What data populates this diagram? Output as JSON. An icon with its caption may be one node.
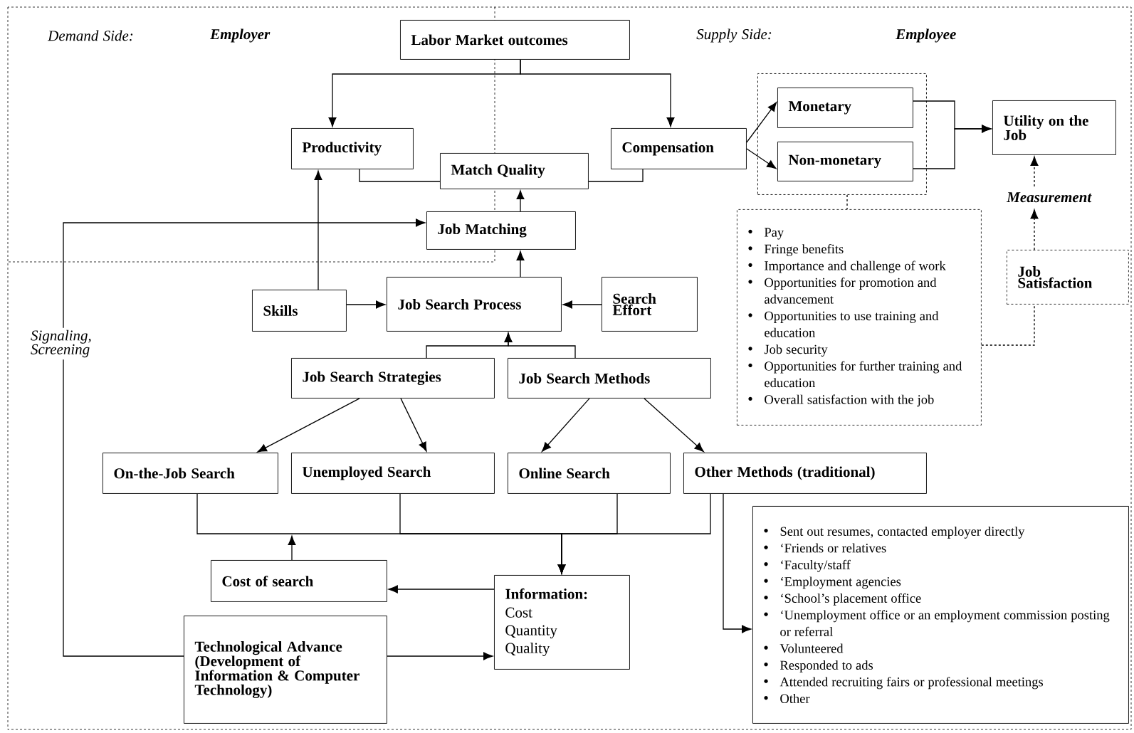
{
  "diagram": {
    "nodes": [
      {
        "text": [
          "Labor Market outcomes"
        ]
      },
      {
        "text": [
          "Productivity"
        ]
      },
      {
        "text": [
          "Compensation"
        ]
      },
      {
        "text": [
          "Match Quality"
        ]
      },
      {
        "text": [],
        "shape": "box"
      },
      {
        "text": [
          "Monetary"
        ],
        "in": 4
      },
      {
        "text": [
          "Non-monetary"
        ],
        "in": 4
      },
      {
        "text": [
          "Utility on the Job"
        ]
      },
      {
        "text": [
          "Measurement"
        ]
      },
      {
        "text": [
          "Job Matching"
        ]
      },
      {
        "text": [
          "Pay",
          "Fringe benefits",
          "Importance and challenge of work",
          "Opportunities for promotion and advancement",
          "Opportunities to use training and education",
          "Job security",
          "Opportunities for further training and education",
          "Overall satisfaction with the job"
        ]
      },
      {
        "text": [
          "Job Satisfaction"
        ]
      },
      {
        "text": [
          "Skills"
        ]
      },
      {
        "text": [
          "Job Search Process"
        ]
      },
      {
        "text": [
          "Search Effort"
        ]
      },
      {
        "text": [
          "Job Search Strategies"
        ]
      },
      {
        "text": [
          "Job Search Methods"
        ]
      },
      {
        "text": [
          "On-the-Job Search"
        ]
      },
      {
        "text": [
          "Unemployed Search"
        ]
      },
      {
        "text": [
          "Online Search"
        ]
      },
      {
        "text": [
          "Other Methods (traditional)"
        ]
      },
      {
        "text": [
          "Cost of search"
        ]
      },
      {
        "text": [
          "Information:",
          "Cost Quantity Quality"
        ]
      },
      {
        "text": [
          "Technological Advance (Development of Information & Computer Technology)"
        ]
      },
      {
        "text": [
          "Sent out resumes, contacted employer directly",
          "‘Friends or relatives",
          "‘Faculty/staff",
          "‘Employment agencies",
          "‘School’s placement office",
          "‘Unemployment office or an employment commission posting or referral",
          "Volunteered",
          "Responded to ads",
          "Attended recruiting fairs or professional meetings",
          "Other"
        ]
      }
    ],
    "edges": [
      {
        "from": 0,
        "to": 1,
        "arrow": "to"
      },
      {
        "from": 0,
        "to": 2,
        "arrow": "to"
      },
      {
        "from": 1,
        "to": 3,
        "arrow": "none"
      },
      {
        "from": 2,
        "to": 3,
        "arrow": "none"
      },
      {
        "from": 2,
        "to": 5,
        "arrow": "to"
      },
      {
        "from": 2,
        "to": 6,
        "arrow": "to"
      },
      {
        "from": 5,
        "to": 7,
        "arrow": "to"
      },
      {
        "from": 6,
        "to": 7,
        "arrow": "to"
      },
      {
        "from": 4,
        "to": 10,
        "arrow": "none",
        "style": "dashed"
      },
      {
        "from": 10,
        "to": 11,
        "arrow": "none",
        "style": "dashed"
      },
      {
        "from": 11,
        "to": 8,
        "arrow": "to",
        "style": "dashed"
      },
      {
        "from": 8,
        "to": 7,
        "arrow": "to",
        "style": "dashed"
      },
      {
        "from": 9,
        "to": 3,
        "arrow": "to"
      },
      {
        "from": 13,
        "to": 9,
        "arrow": "to"
      },
      {
        "from": 12,
        "to": 1,
        "arrow": "to"
      },
      {
        "from": 12,
        "to": 13,
        "arrow": "to"
      },
      {
        "from": 14,
        "to": 13,
        "arrow": "to"
      },
      {
        "from": 15,
        "to": 13,
        "arrow": "to"
      },
      {
        "from": 16,
        "to": 13,
        "arrow": "to"
      },
      {
        "from": 15,
        "to": 17,
        "arrow": "to"
      },
      {
        "from": 15,
        "to": 18,
        "arrow": "to"
      },
      {
        "from": 16,
        "to": 19,
        "arrow": "to"
      },
      {
        "from": 16,
        "to": 20,
        "arrow": "to"
      },
      {
        "from": 17,
        "to": 22,
        "arrow": "to"
      },
      {
        "from": 18,
        "to": 22,
        "arrow": "to"
      },
      {
        "from": 19,
        "to": 22,
        "arrow": "to"
      },
      {
        "from": 20,
        "to": 22,
        "arrow": "to"
      },
      {
        "from": 21,
        "to": null,
        "arrow": "to"
      },
      {
        "from": 22,
        "to": 21,
        "arrow": "to"
      },
      {
        "from": 23,
        "to": 22,
        "arrow": "to"
      },
      {
        "from": 23,
        "to": 9,
        "arrow": "to",
        "label": "Signaling, Screening"
      },
      {
        "from": 20,
        "to": 24,
        "arrow": "to"
      }
    ],
    "labels": [
      "Demand Side:",
      "Employer",
      "Supply Side:",
      "Employee"
    ]
  }
}
